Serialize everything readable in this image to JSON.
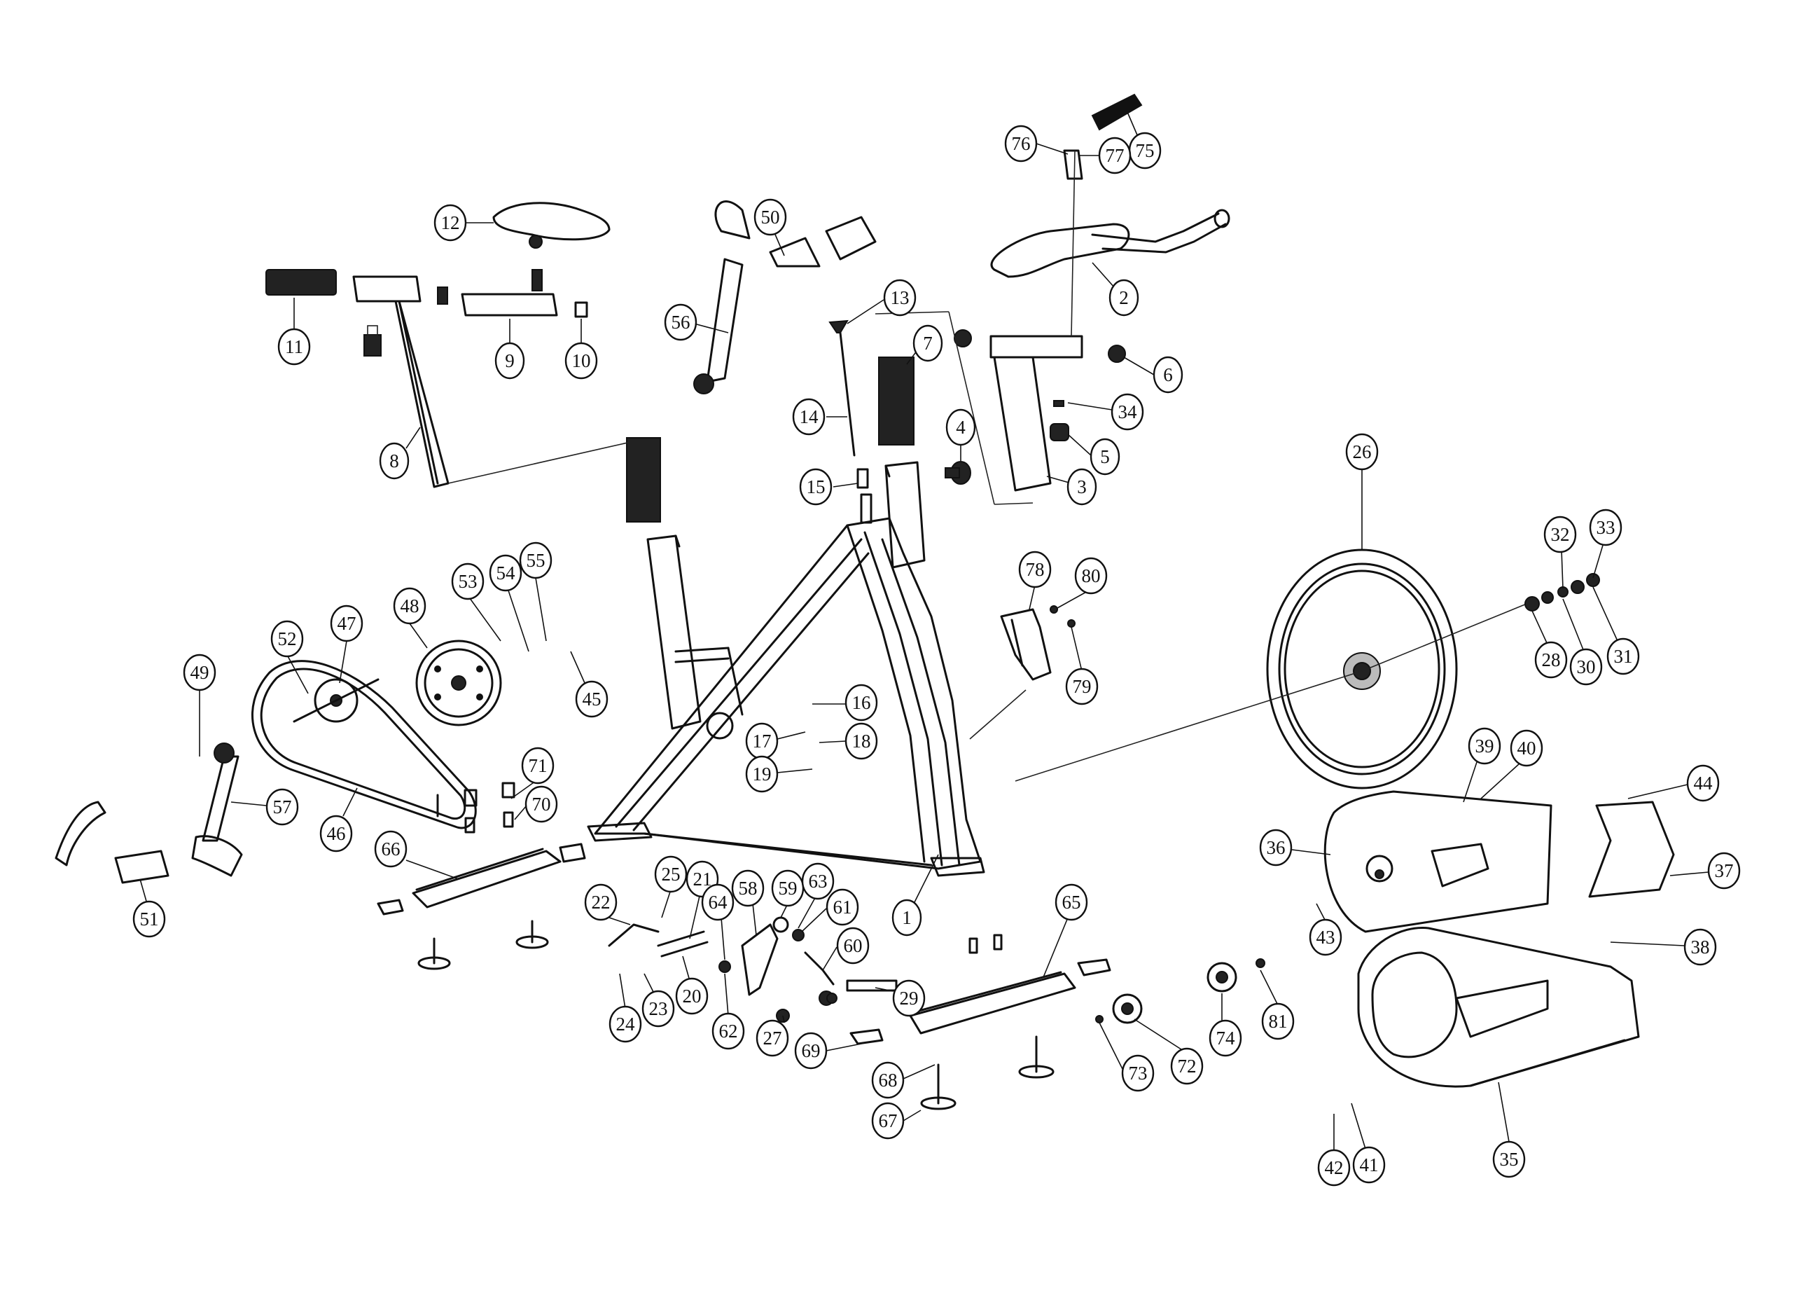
{
  "diagram": {
    "callouts": [
      "1",
      "2",
      "3",
      "4",
      "5",
      "6",
      "7",
      "8",
      "9",
      "10",
      "11",
      "12",
      "13",
      "14",
      "15",
      "16",
      "17",
      "18",
      "19",
      "20",
      "21",
      "22",
      "23",
      "24",
      "25",
      "26",
      "27",
      "28",
      "29",
      "30",
      "31",
      "32",
      "33",
      "34",
      "35",
      "36",
      "37",
      "38",
      "39",
      "40",
      "41",
      "42",
      "43",
      "44",
      "45",
      "46",
      "47",
      "48",
      "49",
      "50",
      "51",
      "52",
      "53",
      "54",
      "55",
      "56",
      "57",
      "58",
      "59",
      "60",
      "61",
      "62",
      "63",
      "64",
      "65",
      "66",
      "67",
      "68",
      "69",
      "70",
      "71",
      "72",
      "73",
      "74",
      "75",
      "76",
      "77",
      "78",
      "79",
      "80",
      "81"
    ]
  }
}
